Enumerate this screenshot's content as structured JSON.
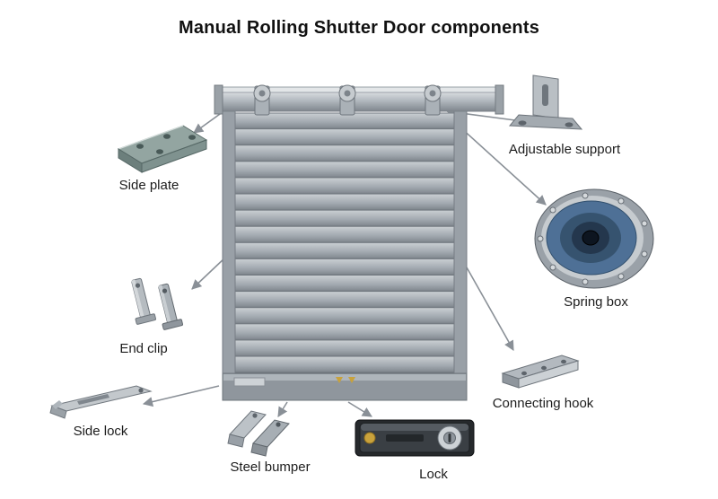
{
  "title": "Manual Rolling Shutter Door components",
  "components": {
    "side_plate": {
      "label": "Side plate"
    },
    "end_clip": {
      "label": "End clip"
    },
    "side_lock": {
      "label": "Side lock"
    },
    "steel_bumper": {
      "label": "Steel bumper"
    },
    "lock": {
      "label": "Lock"
    },
    "adjustable_support": {
      "label": "Adjustable support"
    },
    "spring_box": {
      "label": "Spring box"
    },
    "connecting_hook": {
      "label": "Connecting hook"
    }
  },
  "colors": {
    "background": "#ffffff",
    "arrow": "#8a9097",
    "door_gray": "#9aa1a8",
    "spring_box_blue": "#4e7096",
    "lock_body_dark": "#26292c",
    "lock_accent_gold": "#c9a23c"
  }
}
